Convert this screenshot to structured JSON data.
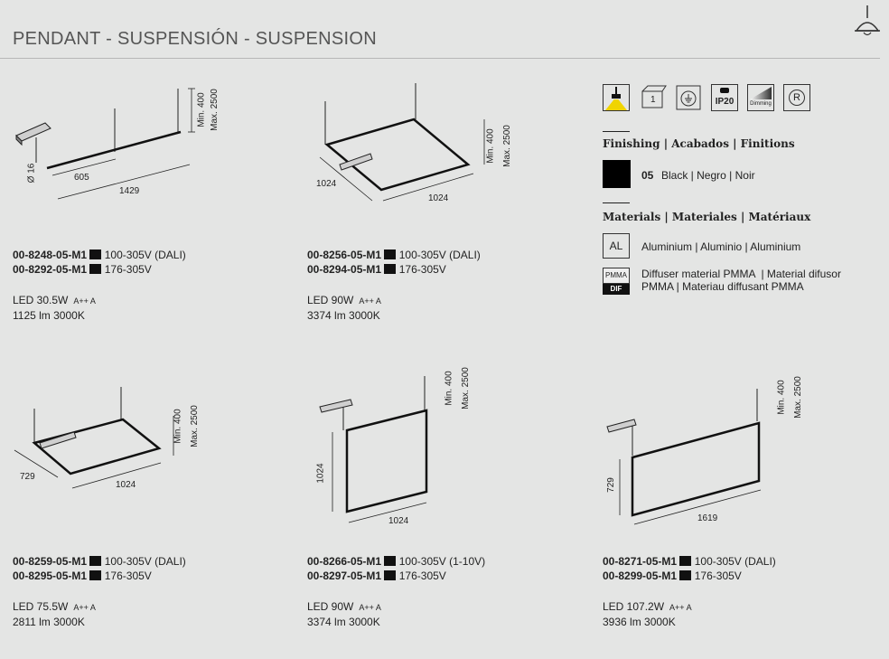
{
  "header": {
    "title": "PENDANT - SUSPENSIÓN - SUSPENSION"
  },
  "products": [
    {
      "codes": [
        {
          "code": "00-8248-05-M1",
          "volt": "100-305V (DALI)"
        },
        {
          "code": "00-8292-05-M1",
          "volt": "176-305V"
        }
      ],
      "led": "LED 30.5W",
      "energy": "A++ A",
      "lumen": "1125 lm 3000K",
      "dims": {
        "d1": "Ø 16",
        "d2": "605",
        "d3": "1429",
        "h1": "Min. 400",
        "h2": "Max. 2500"
      }
    },
    {
      "codes": [
        {
          "code": "00-8256-05-M1",
          "volt": "100-305V (DALI)"
        },
        {
          "code": "00-8294-05-M1",
          "volt": "176-305V"
        }
      ],
      "led": "LED 90W",
      "energy": "A++ A",
      "lumen": "3374 lm 3000K",
      "dims": {
        "d1": "1024",
        "d2": "1024",
        "h1": "Min. 400",
        "h2": "Max. 2500"
      }
    },
    {
      "codes": [
        {
          "code": "00-8259-05-M1",
          "volt": "100-305V (DALI)"
        },
        {
          "code": "00-8295-05-M1",
          "volt": "176-305V"
        }
      ],
      "led": "LED 75.5W",
      "energy": "A++ A",
      "lumen": "2811 lm 3000K",
      "dims": {
        "d1": "729",
        "d2": "1024",
        "h1": "Min. 400",
        "h2": "Max. 2500"
      }
    },
    {
      "codes": [
        {
          "code": "00-8266-05-M1",
          "volt": "100-305V (1-10V)"
        },
        {
          "code": "00-8297-05-M1",
          "volt": "176-305V"
        }
      ],
      "led": "LED 90W",
      "energy": "A++ A",
      "lumen": "3374 lm 3000K",
      "dims": {
        "d1": "1024",
        "d2": "1024",
        "h1": "Min. 400",
        "h2": "Max. 2500"
      }
    },
    {
      "codes": [
        {
          "code": "00-8271-05-M1",
          "volt": "100-305V (DALI)"
        },
        {
          "code": "00-8299-05-M1",
          "volt": "176-305V"
        }
      ],
      "led": "LED 107.2W",
      "energy": "A++ A",
      "lumen": "3936 lm 3000K",
      "dims": {
        "d1": "729",
        "d2": "1619",
        "h1": "Min. 400",
        "h2": "Max. 2500"
      }
    }
  ],
  "features": {
    "icons": [
      "pendant-light-icon",
      "class-1-icon",
      "earth-icon",
      "ip20-icon",
      "dimming-icon",
      "registered-icon"
    ],
    "ip_label": "IP20",
    "class_label": "1",
    "dimming_label": "Dimming",
    "reg_label": "R",
    "finishing": {
      "title": "Finishing | Acabados | Finitions",
      "code": "05",
      "label": "Black | Negro | Noir",
      "color": "#000000"
    },
    "materials": {
      "title": "Materials | Materiales | Matériaux",
      "al_badge": "AL",
      "al_text": "Aluminium | Aluminio | Aluminium",
      "pmma_badge": "PMMA",
      "dif_badge": "DIF",
      "pmma_line1": "Diffuser material PMMA  | Material difusor",
      "pmma_line2": "PMMA | Materiau diffusant PMMA"
    }
  }
}
